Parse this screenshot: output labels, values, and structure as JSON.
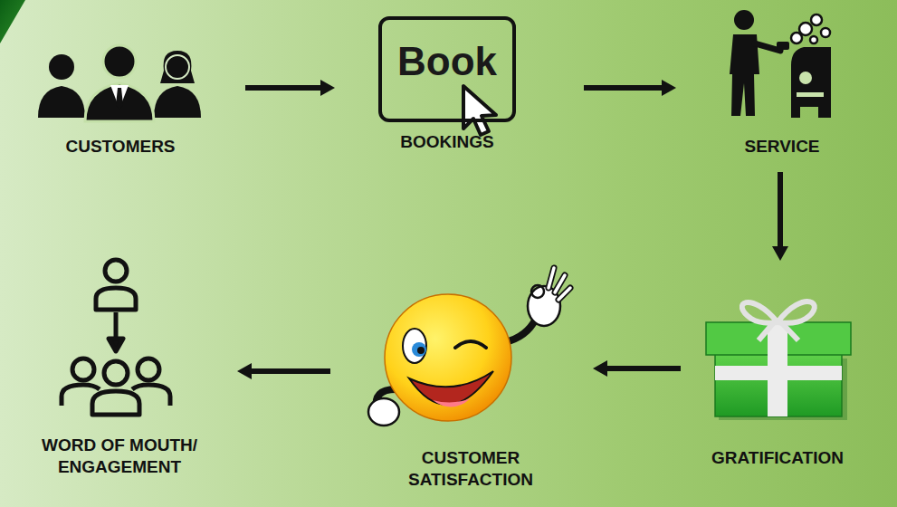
{
  "diagram": {
    "nodes": [
      {
        "text": [
          "CUSTOMERS"
        ]
      },
      {
        "text": [
          "Book",
          "BOOKINGS"
        ]
      },
      {
        "text": [
          "SERVICE"
        ]
      },
      {
        "text": [
          "GRATIFICATION"
        ]
      },
      {
        "text": [
          "CUSTOMER SATISFACTION"
        ]
      },
      {
        "text": [
          "WORD OF MOUTH/ ENGAGEMENT"
        ]
      }
    ],
    "edges": [
      {
        "from": 0,
        "to": 1,
        "arrow": "to"
      },
      {
        "from": 1,
        "to": 2,
        "arrow": "to"
      },
      {
        "from": 2,
        "to": 3,
        "arrow": "to"
      },
      {
        "from": 3,
        "to": 4,
        "arrow": "to"
      },
      {
        "from": 4,
        "to": 5,
        "arrow": "to"
      }
    ]
  }
}
